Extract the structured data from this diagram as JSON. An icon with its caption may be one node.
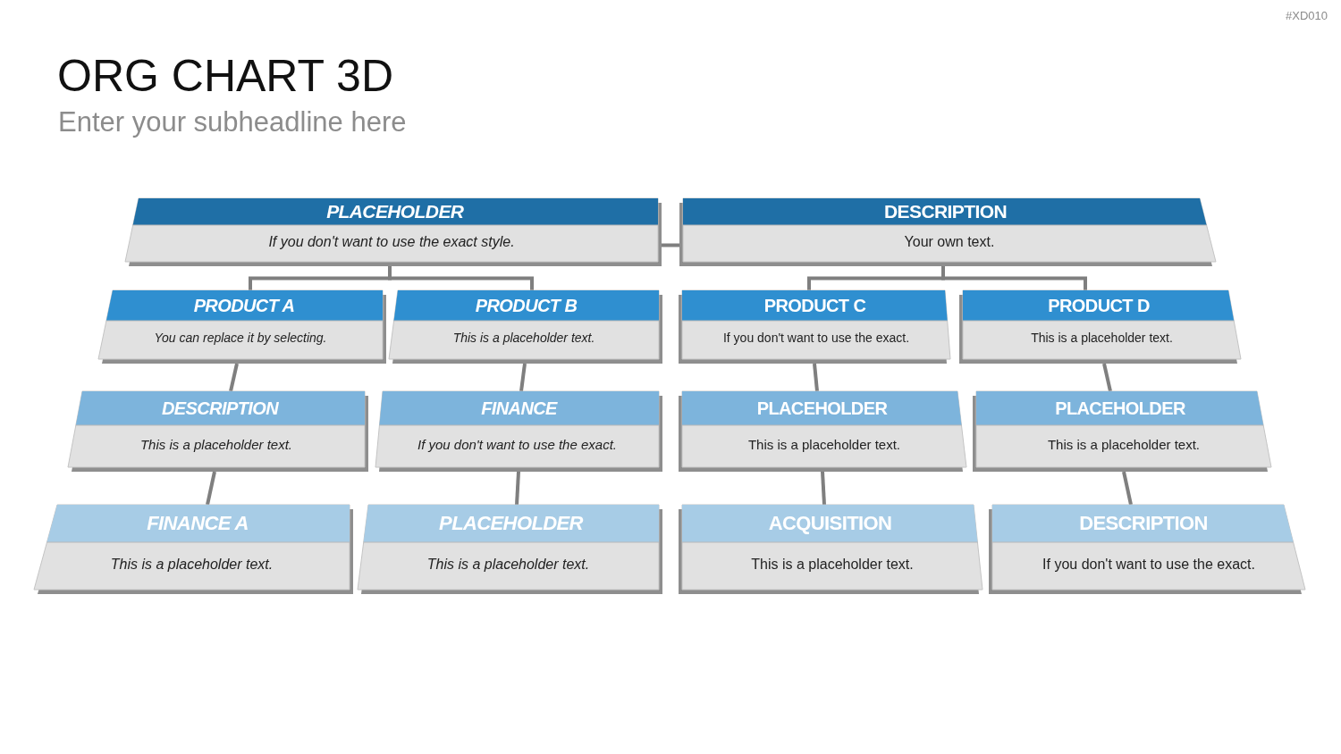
{
  "diagram": {
    "title": "ORG CHART 3D",
    "nodes": [
      {
        "text": [
          "PLACEHOLDER",
          "If you don't want to use the exact style."
        ]
      },
      {
        "text": [
          "DESCRIPTION",
          "Your own text."
        ]
      },
      {
        "text": [
          "PRODUCT A",
          "You can replace it by selecting."
        ]
      },
      {
        "text": [
          "PRODUCT B",
          "This is a placeholder text."
        ]
      },
      {
        "text": [
          "PRODUCT C",
          "If you don't want to use the exact."
        ]
      },
      {
        "text": [
          "PRODUCT D",
          "This is a placeholder text."
        ]
      },
      {
        "text": [
          "DESCRIPTION",
          "This is a placeholder text."
        ]
      },
      {
        "text": [
          "FINANCE",
          "If you don't want to use the exact."
        ]
      },
      {
        "text": [
          "PLACEHOLDER",
          "This is a placeholder text."
        ]
      },
      {
        "text": [
          "PLACEHOLDER",
          "This is a placeholder text."
        ]
      },
      {
        "text": [
          "FINANCE A",
          "This is a placeholder text."
        ]
      },
      {
        "text": [
          "PLACEHOLDER",
          "This is a placeholder text."
        ]
      },
      {
        "text": [
          "ACQUISITION",
          "This is a placeholder text."
        ]
      },
      {
        "text": [
          "DESCRIPTION",
          "If you don't want to use the exact."
        ]
      }
    ],
    "edges": [
      {
        "from": 0,
        "to": 1,
        "arrow": "none"
      },
      {
        "from": 0,
        "to": 2,
        "arrow": "none"
      },
      {
        "from": 0,
        "to": 3,
        "arrow": "none"
      },
      {
        "from": 1,
        "to": 4,
        "arrow": "none"
      },
      {
        "from": 1,
        "to": 5,
        "arrow": "none"
      },
      {
        "from": 2,
        "to": 6,
        "arrow": "none"
      },
      {
        "from": 3,
        "to": 7,
        "arrow": "none"
      },
      {
        "from": 4,
        "to": 8,
        "arrow": "none"
      },
      {
        "from": 5,
        "to": 9,
        "arrow": "none"
      },
      {
        "from": 6,
        "to": 10,
        "arrow": "none"
      },
      {
        "from": 7,
        "to": 11,
        "arrow": "none"
      },
      {
        "from": 8,
        "to": 12,
        "arrow": "none"
      },
      {
        "from": 9,
        "to": 13,
        "arrow": "none"
      }
    ],
    "labels": [
      "#XD010",
      "Enter your subheadline here"
    ]
  }
}
